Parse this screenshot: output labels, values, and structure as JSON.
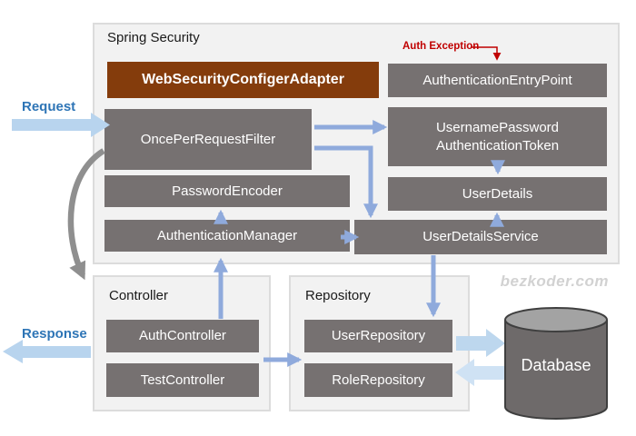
{
  "diagram": {
    "watermark": "bezkoder.com",
    "labels": {
      "request": "Request",
      "response": "Response",
      "auth_exception": "Auth Exception"
    },
    "containers": {
      "spring_security": {
        "title": "Spring Security"
      },
      "controller": {
        "title": "Controller"
      },
      "repository": {
        "title": "Repository"
      }
    },
    "nodes": {
      "web_security_configer_adapter": "WebSecurityConfigerAdapter",
      "authentication_entry_point": "AuthenticationEntryPoint",
      "once_per_request_filter": "OncePerRequestFilter",
      "username_password_token_line1": "UsernamePassword",
      "username_password_token_line2": "AuthenticationToken",
      "password_encoder": "PasswordEncoder",
      "user_details": "UserDetails",
      "authentication_manager": "AuthenticationManager",
      "user_details_service": "UserDetailsService",
      "auth_controller": "AuthController",
      "test_controller": "TestController",
      "user_repository": "UserRepository",
      "role_repository": "RoleRepository",
      "database": "Database"
    },
    "colors": {
      "node_gray": "#767171",
      "node_brown": "#843c0c",
      "connector_blue": "#8faadc",
      "big_arrow_blue": "#b8d4ee",
      "flow_label_blue": "#2e75b6",
      "exception_red": "#c00000",
      "container_bg": "#f2f2f2",
      "container_border": "#dcdcdc",
      "curve_gray": "#8f8f8f",
      "db_body_gray": "#6e6a6a",
      "db_top_gray": "#a3a3a3"
    }
  }
}
